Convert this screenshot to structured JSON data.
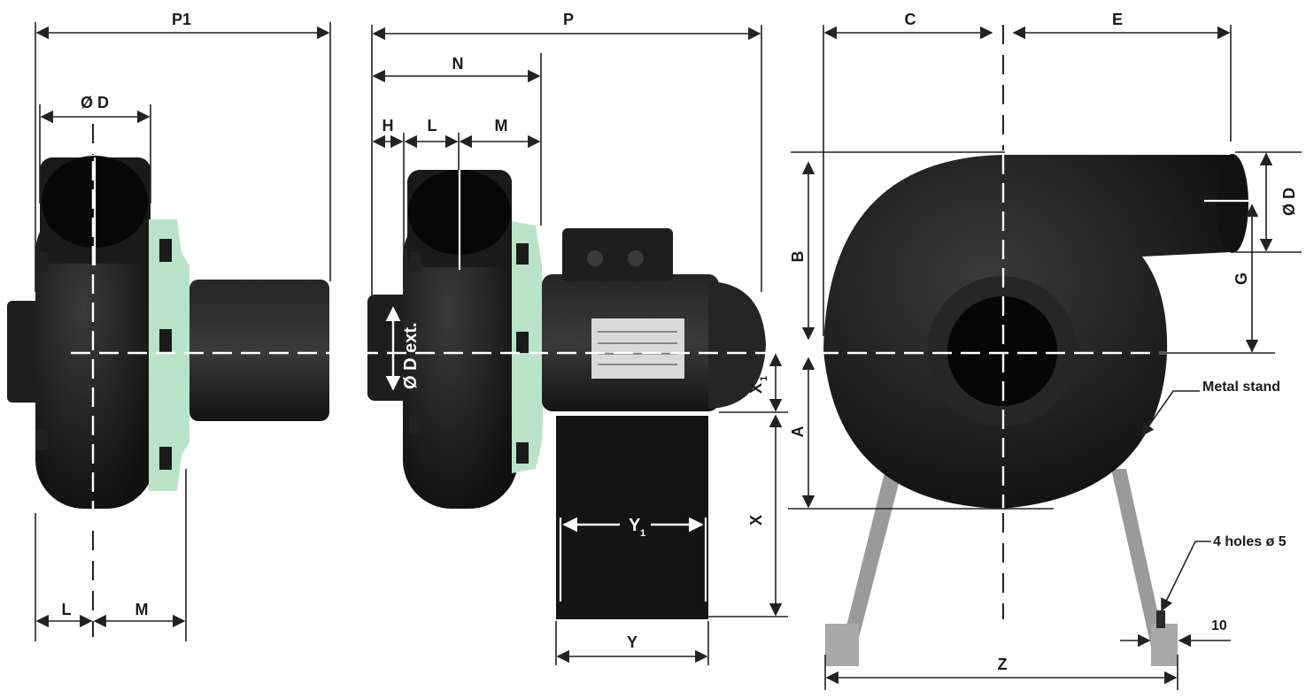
{
  "labels": {
    "P1": "P1",
    "phiD": "Ø   D",
    "L_left": "L",
    "M_left": "M",
    "P": "P",
    "N": "N",
    "H": "H",
    "L_mid": "L",
    "M_mid": "M",
    "phiDext": "Ø D ext.",
    "X1": "X",
    "X1_sub": "1",
    "X": "X",
    "Y1": "Y",
    "Y1_sub": "1",
    "Y": "Y",
    "C": "C",
    "E": "E",
    "B": "B",
    "A": "A",
    "G": "G",
    "phiD_right": "Ø D",
    "metal_stand": "Metal stand",
    "holes": "4 holes ø 5",
    "ten": "10",
    "Z": "Z"
  },
  "colors": {
    "body": "#1c1c1c",
    "flange": "#b9e3c8",
    "dimension": "#222222"
  }
}
